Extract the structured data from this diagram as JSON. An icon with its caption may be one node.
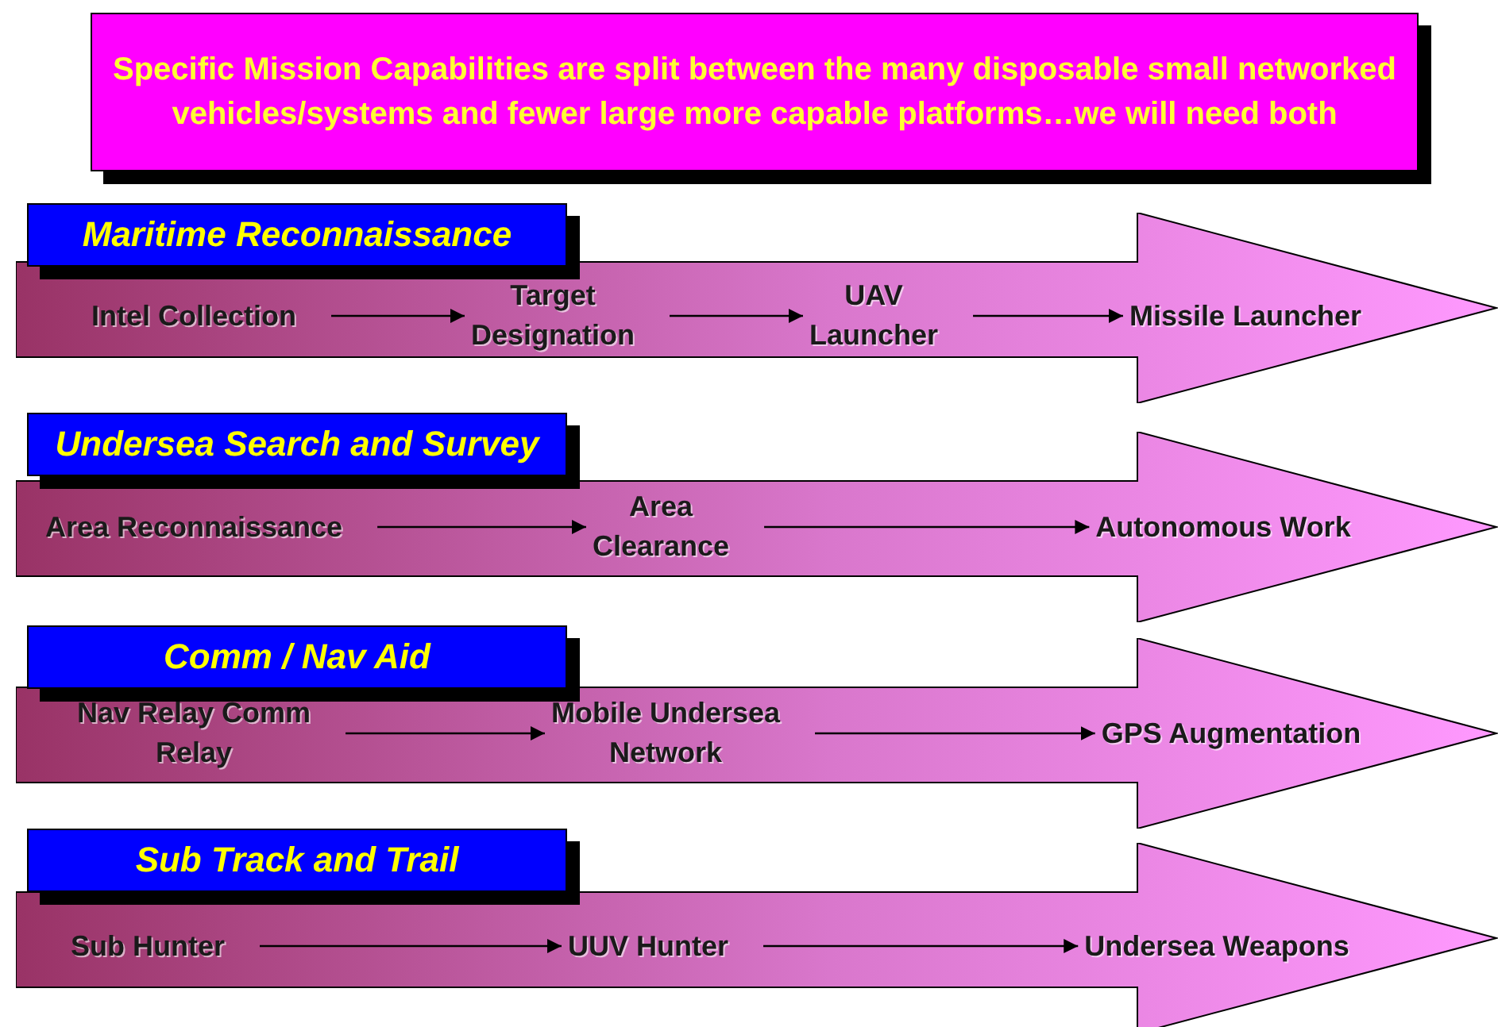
{
  "diagram": {
    "title": "Specific Mission Capabilities are split between the many disposable small networked vehicles/systems and fewer large more capable platforms…we will need both",
    "nodes": [
      {
        "text": [],
        "shape": "arrow"
      },
      {
        "text": [
          "Maritime Reconnaissance"
        ]
      },
      {
        "text": [
          "Intel Collection"
        ],
        "in": 0
      },
      {
        "text": [
          "Target Designation"
        ],
        "in": 0
      },
      {
        "text": [
          "UAV Launcher"
        ],
        "in": 0
      },
      {
        "text": [
          "Missile Launcher"
        ],
        "in": 0
      },
      {
        "text": [],
        "shape": "arrow"
      },
      {
        "text": [
          "Undersea Search and Survey"
        ]
      },
      {
        "text": [
          "Area Reconnaissance"
        ],
        "in": 6
      },
      {
        "text": [
          "Area Clearance"
        ],
        "in": 6
      },
      {
        "text": [
          "Autonomous Work"
        ],
        "in": 6
      },
      {
        "text": [],
        "shape": "arrow"
      },
      {
        "text": [
          "Comm / Nav Aid"
        ]
      },
      {
        "text": [
          "Nav Relay Comm Relay"
        ],
        "in": 11
      },
      {
        "text": [
          "Mobile Undersea Network"
        ],
        "in": 11
      },
      {
        "text": [
          "GPS Augmentation"
        ],
        "in": 11
      },
      {
        "text": [],
        "shape": "arrow"
      },
      {
        "text": [
          "Sub Track and Trail"
        ]
      },
      {
        "text": [
          "Sub Hunter"
        ],
        "in": 16
      },
      {
        "text": [
          "UUV Hunter"
        ],
        "in": 16
      },
      {
        "text": [
          "Undersea Weapons"
        ],
        "in": 16
      }
    ],
    "edges": [
      {
        "from": 2,
        "to": 3,
        "arrow": "to"
      },
      {
        "from": 3,
        "to": 4,
        "arrow": "to"
      },
      {
        "from": 4,
        "to": 5,
        "arrow": "to"
      },
      {
        "from": 8,
        "to": 9,
        "arrow": "to"
      },
      {
        "from": 9,
        "to": 10,
        "arrow": "to"
      },
      {
        "from": 13,
        "to": 14,
        "arrow": "to"
      },
      {
        "from": 14,
        "to": 15,
        "arrow": "to"
      },
      {
        "from": 18,
        "to": 19,
        "arrow": "to"
      },
      {
        "from": 19,
        "to": 20,
        "arrow": "to"
      }
    ]
  }
}
